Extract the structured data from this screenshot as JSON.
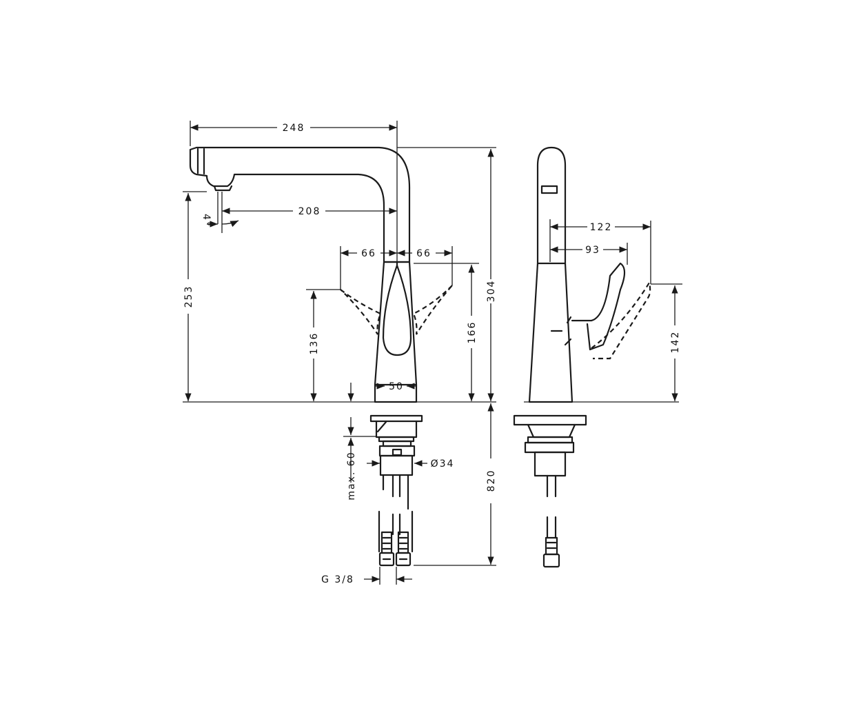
{
  "colors": {
    "line": "#1a1a1a",
    "background": "#ffffff"
  },
  "front_view": {
    "dims": {
      "width_248": "248",
      "reach_208": "208",
      "angle_4": "4°",
      "side_left_66": "66",
      "side_right_66": "66",
      "height_253": "253",
      "height_136": "136",
      "height_166": "166",
      "height_304": "304",
      "base_50": "50",
      "max_60": "max. 60",
      "diameter_34": "Ø34",
      "hose_820": "820",
      "connection_g38": "G 3/8"
    }
  },
  "side_view": {
    "dims": {
      "reach_122": "122",
      "reach_93": "93",
      "height_142": "142"
    }
  }
}
